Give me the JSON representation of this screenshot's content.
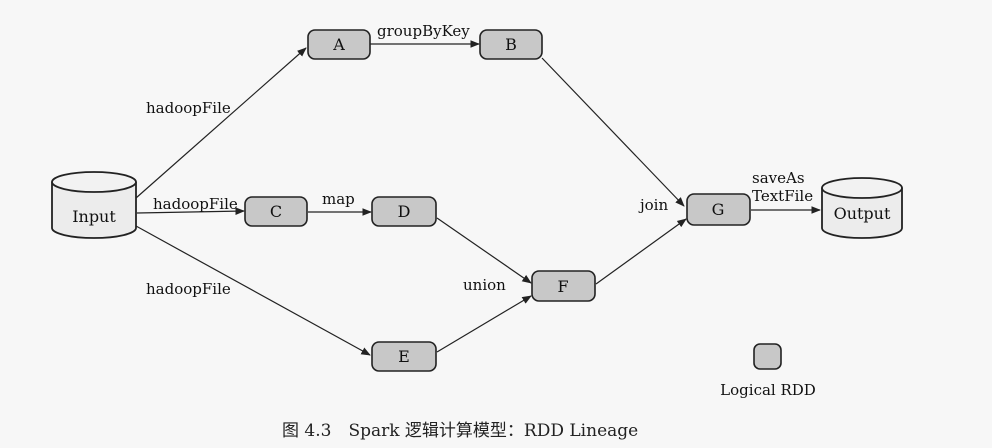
{
  "nodes": {
    "input": "Input",
    "output": "Output",
    "A": "A",
    "B": "B",
    "C": "C",
    "D": "D",
    "E": "E",
    "F": "F",
    "G": "G"
  },
  "edges": {
    "input_to_A": "hadoopFile",
    "input_to_C": "hadoopFile",
    "input_to_E": "hadoopFile",
    "A_to_B": "groupByKey",
    "C_to_D": "map",
    "F_union": "union",
    "G_join": "join",
    "G_to_output_line1": "saveAs",
    "G_to_output_line2": "TextFile"
  },
  "legend": {
    "label": "Logical RDD"
  },
  "caption": "图 4.3　Spark 逻辑计算模型：RDD Lineage"
}
